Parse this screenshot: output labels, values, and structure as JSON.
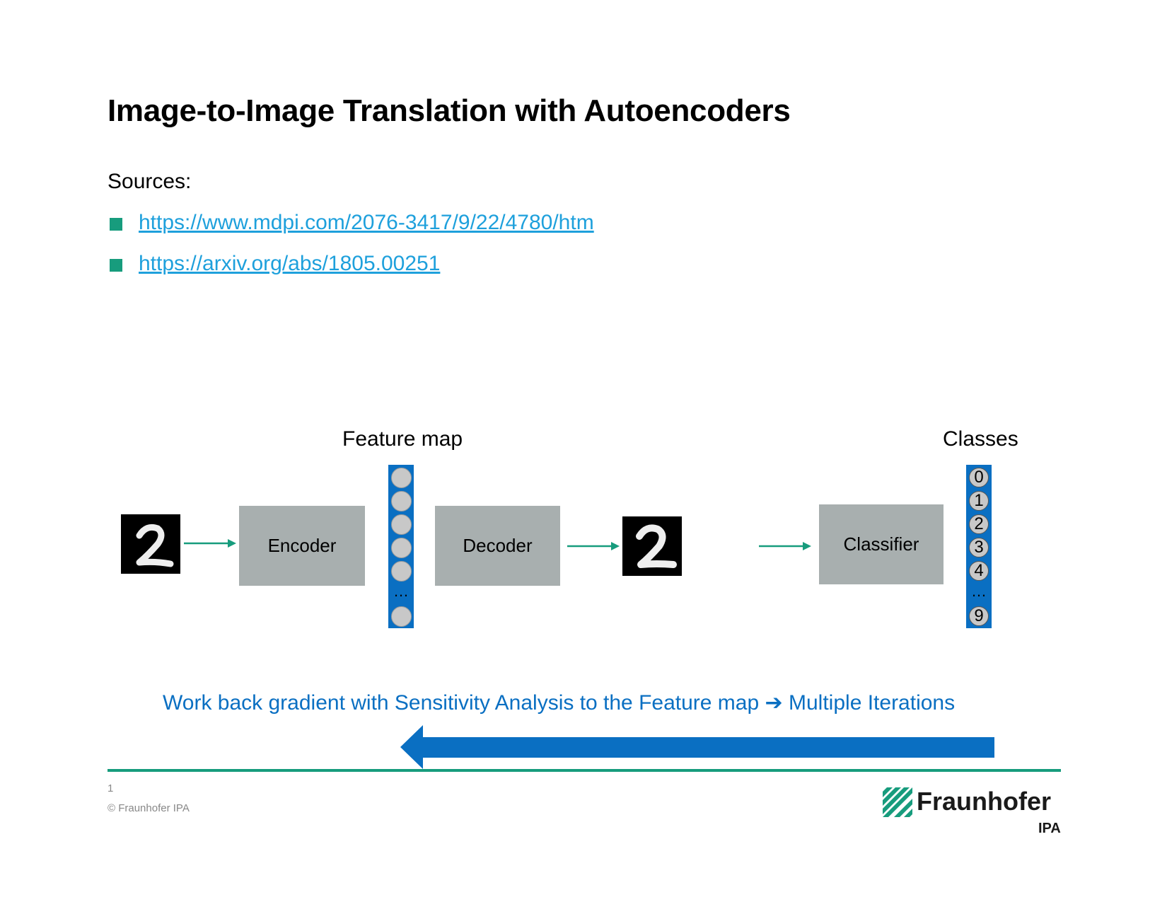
{
  "slide": {
    "title": "Image-to-Image Translation with Autoencoders",
    "sources_label": "Sources:",
    "sources": [
      "https://www.mdpi.com/2076-3417/9/22/4780/htm",
      "https://arxiv.org/abs/1805.00251"
    ]
  },
  "diagram": {
    "feature_map_label": "Feature map",
    "classes_label": "Classes",
    "encoder_label": "Encoder",
    "decoder_label": "Decoder",
    "classifier_label": "Classifier",
    "ellipsis": "…",
    "classes": [
      "0",
      "1",
      "2",
      "3",
      "4",
      "9"
    ],
    "caption_part1": "Work back gradient with Sensitivity Analysis to the Feature map",
    "caption_arrow": "➔",
    "caption_part2": "Multiple Iterations"
  },
  "footer": {
    "page_number": "1",
    "copyright": "© Fraunhofer IPA",
    "logo_name": "Fraunhofer",
    "logo_sub": "IPA"
  },
  "colors": {
    "accent_green": "#179c7d",
    "link_blue": "#1ea0dc",
    "diagram_blue": "#0a6fc2",
    "box_gray": "#a8afaf"
  }
}
